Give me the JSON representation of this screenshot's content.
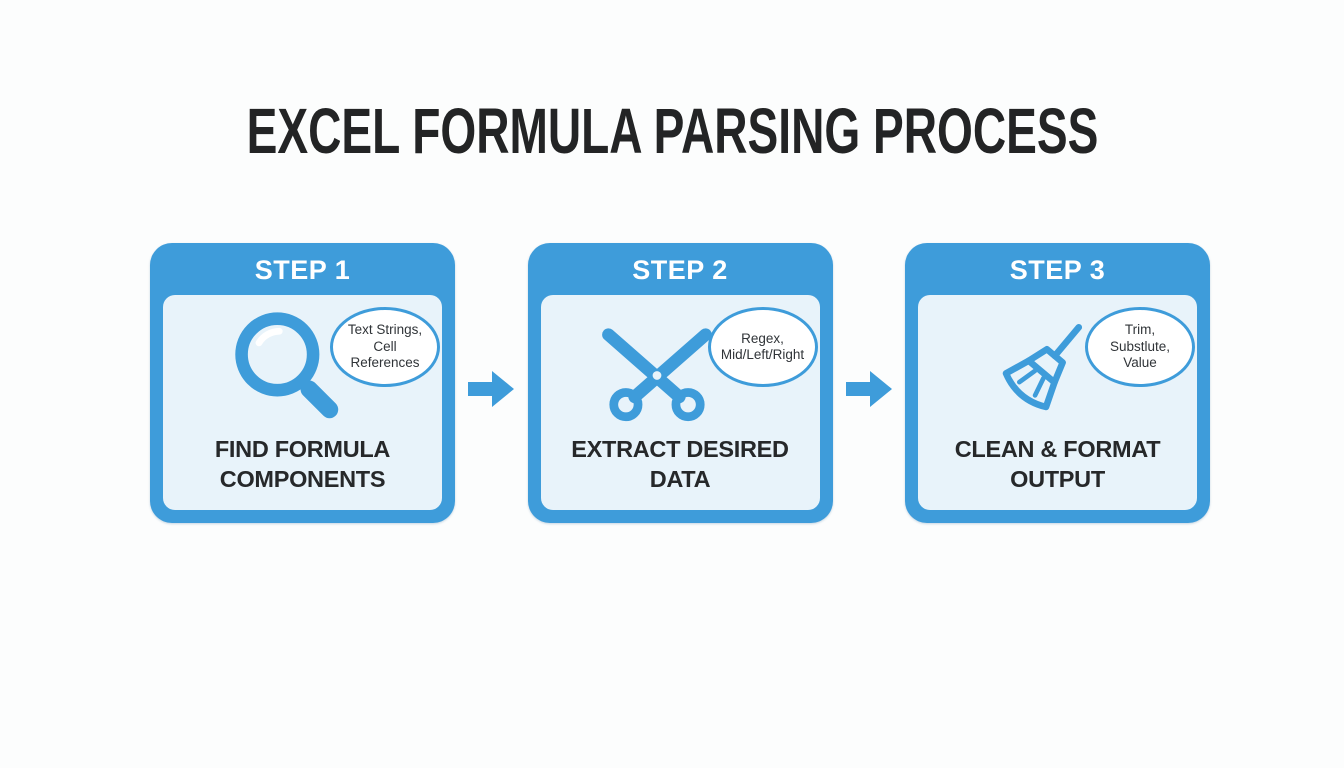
{
  "title": "EXCEL FORMULA PARSING PROCESS",
  "colors": {
    "accent_blue": "#3e9cda",
    "panel_light_blue": "#e8f3fa",
    "title_text": "#232425",
    "label_text": "#26282a",
    "header_text": "#ffffff",
    "background": "#fcfdfd"
  },
  "steps": [
    {
      "header": "STEP 1",
      "icon": "magnifier-icon",
      "bubble": "Text Strings,\nCell References",
      "label": "FIND FORMULA\nCOMPONENTS"
    },
    {
      "header": "STEP 2",
      "icon": "scissors-icon",
      "bubble": "Regex,\nMid/Left/Right",
      "label": "EXTRACT DESIRED\nDATA"
    },
    {
      "header": "STEP 3",
      "icon": "broom-icon",
      "bubble": "Trim,\nSubstlute,\nValue",
      "label": "CLEAN & FORMAT\nOUTPUT"
    }
  ],
  "arrows": {
    "icon": "arrow-right-icon",
    "count": 2
  }
}
